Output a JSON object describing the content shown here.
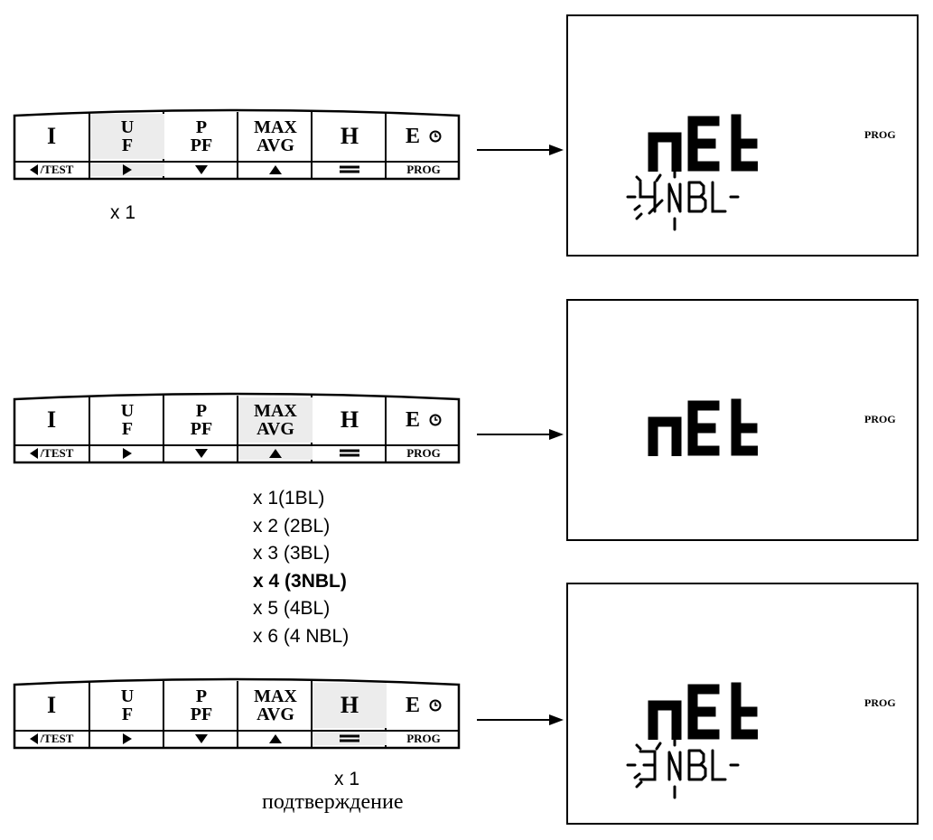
{
  "keypad": {
    "keys": [
      {
        "main": "I"
      },
      {
        "main_top": "U",
        "main_bottom": "F"
      },
      {
        "main_top": "P",
        "main_bottom": "PF"
      },
      {
        "main_top": "MAX",
        "main_bottom": "AVG"
      },
      {
        "main": "H"
      },
      {
        "main": "E"
      }
    ],
    "sub_labels": {
      "left_test": "/TEST",
      "prog": "PROG"
    }
  },
  "step1": {
    "press_count": "x 1",
    "highlighted_key": "U/F",
    "display": {
      "line1": "nEt",
      "line2": "-4NBL-",
      "indicator": "PROG"
    }
  },
  "step2": {
    "highlighted_key": "MAX/AVG",
    "press_options": [
      {
        "text": "x 1(1BL)",
        "bold": false
      },
      {
        "text": "x 2 (2BL)",
        "bold": false
      },
      {
        "text": "x 3 (3BL)",
        "bold": false
      },
      {
        "text": "x 4 (3NBL)",
        "bold": true
      },
      {
        "text": "x 5 (4BL)",
        "bold": false
      },
      {
        "text": "x 6 (4 NBL)",
        "bold": false
      }
    ],
    "display": {
      "line1": "nEt",
      "indicator": "PROG"
    }
  },
  "step3": {
    "press_count": "x 1",
    "confirm_label": "подтверждение",
    "highlighted_key": "H",
    "display": {
      "line1": "nEt",
      "line2": "-3NBL-",
      "indicator": "PROG"
    }
  },
  "colors": {
    "ink": "#000000",
    "highlight": "#ececec",
    "background": "#ffffff"
  }
}
